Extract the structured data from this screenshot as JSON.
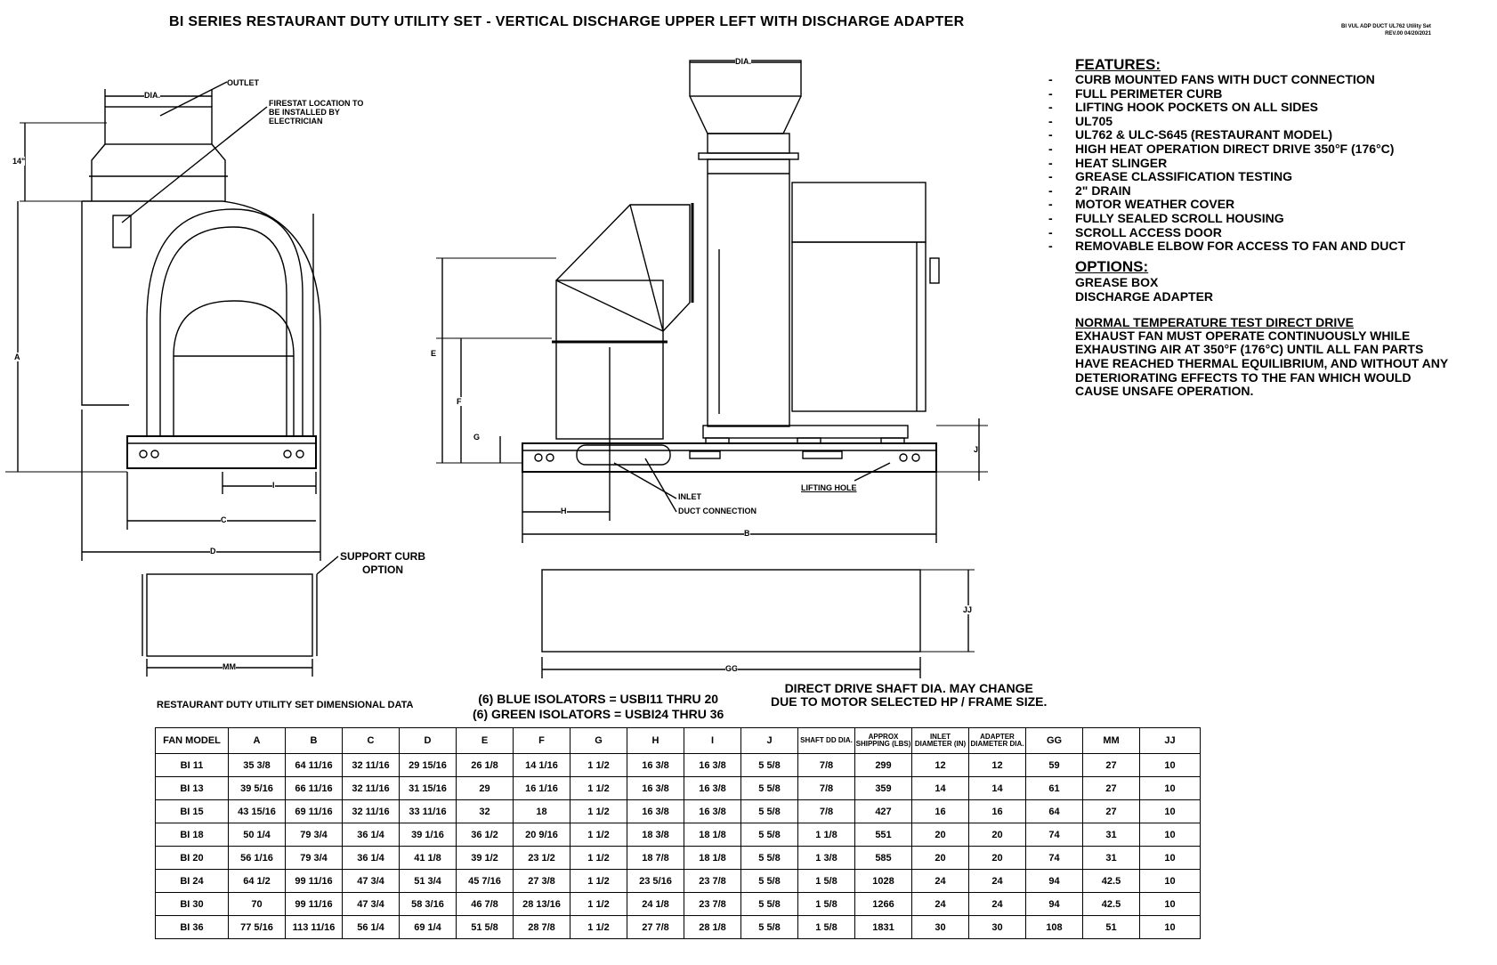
{
  "title": "BI SERIES RESTAURANT DUTY UTILITY SET - VERTICAL DISCHARGE UPPER LEFT WITH DISCHARGE ADAPTER",
  "revision": {
    "line1": "BI VUL ADP DUCT UL762 Utility Set",
    "line2": "REV.00   04/20/2021"
  },
  "features": {
    "heading": "FEATURES:",
    "items": [
      "CURB MOUNTED FANS WITH DUCT CONNECTION",
      "FULL PERIMETER CURB",
      "LIFTING HOOK POCKETS ON ALL SIDES",
      "UL705",
      "UL762 & ULC-S645 (RESTAURANT MODEL)",
      "HIGH HEAT OPERATION DIRECT DRIVE 350°F (176°C)",
      "HEAT SLINGER",
      "GREASE CLASSIFICATION TESTING",
      "2\" DRAIN",
      "MOTOR WEATHER COVER",
      "FULLY SEALED SCROLL HOUSING",
      "SCROLL ACCESS DOOR",
      "REMOVABLE ELBOW FOR ACCESS TO FAN AND DUCT"
    ]
  },
  "options": {
    "heading": "OPTIONS:",
    "items": [
      "GREASE BOX",
      "DISCHARGE ADAPTER"
    ]
  },
  "note": {
    "title": "NORMAL TEMPERATURE TEST DIRECT DRIVE",
    "body": "EXHAUST FAN MUST OPERATE CONTINUOUSLY WHILE EXHAUSTING AIR AT 350°F (176°C) UNTIL ALL FAN PARTS HAVE REACHED THERMAL EQUILIBRIUM, AND WITHOUT ANY DETERIORATING EFFECTS TO THE FAN WHICH WOULD CAUSE UNSAFE OPERATION."
  },
  "labels": {
    "outlet": "OUTLET",
    "firestat": "FIRESTAT LOCATION TO BE INSTALLED BY ELECTRICIAN",
    "dia_left": "DIA.",
    "dia_right": "DIA.",
    "dim_14": "14\"",
    "a": "A",
    "b": "B",
    "c": "C",
    "d": "D",
    "e": "E",
    "f": "F",
    "g": "G",
    "h": "H",
    "i": "I",
    "j": "J",
    "jj": "JJ",
    "mm": "MM",
    "gg": "GG",
    "inlet": "INLET",
    "duct_connection": "DUCT CONNECTION",
    "lifting_hole": "LIFTING HOLE",
    "support_curb_1": "SUPPORT CURB",
    "support_curb_2": "OPTION"
  },
  "table": {
    "caption": "RESTAURANT DUTY UTILITY SET DIMENSIONAL DATA",
    "isolators_1": "(6) BLUE ISOLATORS = USBI11 THRU 20",
    "isolators_2": "(6) GREEN ISOLATORS = USBI24 THRU 36",
    "shaft_note_1": "DIRECT DRIVE SHAFT DIA. MAY CHANGE",
    "shaft_note_2": "DUE TO MOTOR SELECTED HP / FRAME SIZE.",
    "headers": [
      "FAN MODEL",
      "A",
      "B",
      "C",
      "D",
      "E",
      "F",
      "G",
      "H",
      "I",
      "J",
      "SHAFT DD DIA.",
      "APPROX SHIPPING (LBS)",
      "INLET DIAMETER (IN)",
      "ADAPTER DIAMETER DIA.",
      "GG",
      "MM",
      "JJ"
    ],
    "rows": [
      [
        "BI 11",
        "35 3/8",
        "64 11/16",
        "32 11/16",
        "29 15/16",
        "26 1/8",
        "14 1/16",
        "1 1/2",
        "16 3/8",
        "16 3/8",
        "5 5/8",
        "7/8",
        "299",
        "12",
        "12",
        "59",
        "27",
        "10"
      ],
      [
        "BI 13",
        "39 5/16",
        "66 11/16",
        "32 11/16",
        "31 15/16",
        "29",
        "16 1/16",
        "1 1/2",
        "16 3/8",
        "16 3/8",
        "5 5/8",
        "7/8",
        "359",
        "14",
        "14",
        "61",
        "27",
        "10"
      ],
      [
        "BI 15",
        "43 15/16",
        "69 11/16",
        "32 11/16",
        "33 11/16",
        "32",
        "18",
        "1 1/2",
        "16 3/8",
        "16 3/8",
        "5 5/8",
        "7/8",
        "427",
        "16",
        "16",
        "64",
        "27",
        "10"
      ],
      [
        "BI 18",
        "50 1/4",
        "79 3/4",
        "36 1/4",
        "39 1/16",
        "36 1/2",
        "20 9/16",
        "1 1/2",
        "18 3/8",
        "18 1/8",
        "5 5/8",
        "1 1/8",
        "551",
        "20",
        "20",
        "74",
        "31",
        "10"
      ],
      [
        "BI 20",
        "56 1/16",
        "79 3/4",
        "36 1/4",
        "41 1/8",
        "39 1/2",
        "23 1/2",
        "1 1/2",
        "18 7/8",
        "18 1/8",
        "5 5/8",
        "1 3/8",
        "585",
        "20",
        "20",
        "74",
        "31",
        "10"
      ],
      [
        "BI 24",
        "64 1/2",
        "99 11/16",
        "47 3/4",
        "51 3/4",
        "45 7/16",
        "27 3/8",
        "1 1/2",
        "23 5/16",
        "23 7/8",
        "5 5/8",
        "1 5/8",
        "1028",
        "24",
        "24",
        "94",
        "42.5",
        "10"
      ],
      [
        "BI 30",
        "70",
        "99 11/16",
        "47 3/4",
        "58 3/16",
        "46 7/8",
        "28 13/16",
        "1 1/2",
        "24 1/8",
        "23 7/8",
        "5 5/8",
        "1 5/8",
        "1266",
        "24",
        "24",
        "94",
        "42.5",
        "10"
      ],
      [
        "BI 36",
        "77 5/16",
        "113 11/16",
        "56 1/4",
        "69 1/4",
        "51 5/8",
        "28 7/8",
        "1 1/2",
        "27 7/8",
        "28 1/8",
        "5 5/8",
        "1 5/8",
        "1831",
        "30",
        "30",
        "108",
        "51",
        "10"
      ]
    ]
  }
}
